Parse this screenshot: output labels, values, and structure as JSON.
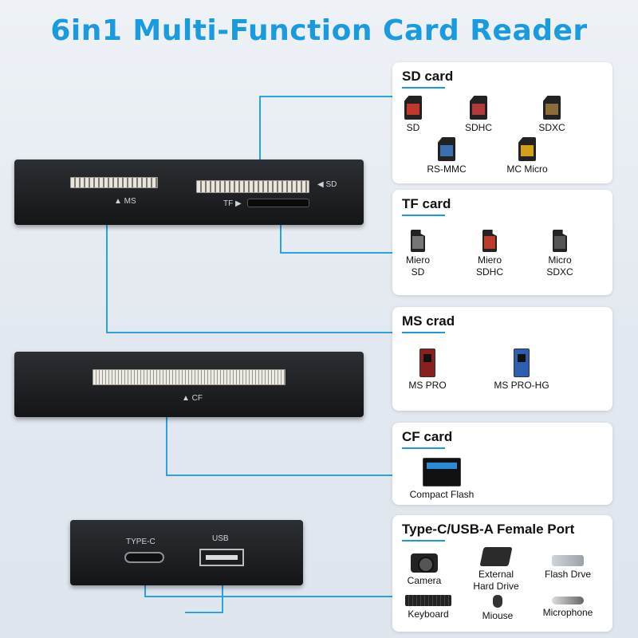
{
  "title": "6in1 Multi-Function Card Reader",
  "device": {
    "ms_label": "▲ MS",
    "sd_label": "◀ SD",
    "tf_label": "TF ▶",
    "cf_label": "▲ CF",
    "typec_label": "TYPE-C",
    "usb_label": "USB"
  },
  "colors": {
    "accent": "#1a9be0",
    "device": "#1c1d1f"
  },
  "panels": {
    "sd": {
      "title": "SD card",
      "items": [
        {
          "label": "SD",
          "color": "#c0392b"
        },
        {
          "label": "SDHC",
          "color": "#b03a3a"
        },
        {
          "label": "SDXC",
          "color": "#8a6d3b"
        },
        {
          "label": "RS-MMC",
          "color": "#3a6fb0"
        },
        {
          "label": "MC Micro",
          "color": "#d4a017"
        }
      ]
    },
    "tf": {
      "title": "TF card",
      "items": [
        {
          "label": "Miero",
          "label2": "SD",
          "color": "#777"
        },
        {
          "label": "Miero",
          "label2": "SDHC",
          "color": "#c0392b"
        },
        {
          "label": "Micro",
          "label2": "SDXC",
          "color": "#555"
        }
      ]
    },
    "ms": {
      "title": "MS crad",
      "items": [
        {
          "label": "MS PRO",
          "color": "#8b2020"
        },
        {
          "label": "MS PRO-HG",
          "color": "#2e5fae"
        }
      ]
    },
    "cf": {
      "title": "CF card",
      "items": [
        {
          "label": "Compact Flash"
        }
      ]
    },
    "port": {
      "title": "Type-C/USB-A Female Port",
      "items": [
        {
          "label": "Camera",
          "icon": "camera-icon"
        },
        {
          "label": "External",
          "label2": "Hard Drive",
          "icon": "hard-drive-icon"
        },
        {
          "label": "Flash Drve",
          "icon": "flash-drive-icon"
        },
        {
          "label": "Keyboard",
          "icon": "keyboard-icon"
        },
        {
          "label": "Miouse",
          "icon": "mouse-icon"
        },
        {
          "label": "Microphone",
          "icon": "microphone-icon"
        }
      ]
    }
  }
}
